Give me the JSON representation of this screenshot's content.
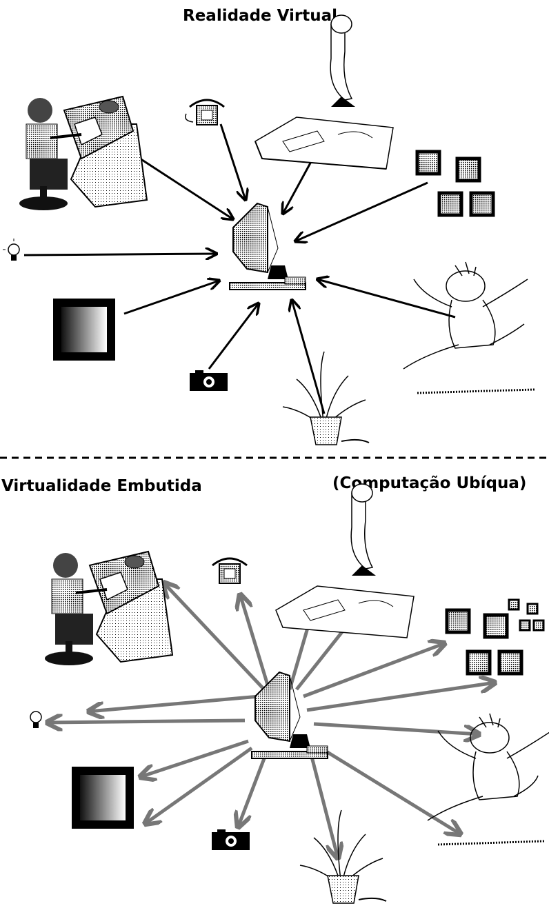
{
  "top_section": {
    "title": "Realidade Virtual",
    "nodes": [
      {
        "name": "drafting-table-person-icon",
        "direction": "to-computer"
      },
      {
        "name": "telephone-icon",
        "direction": "to-computer"
      },
      {
        "name": "desk-person-icon",
        "direction": "to-computer"
      },
      {
        "name": "squares-icon",
        "direction": "to-computer"
      },
      {
        "name": "lightbulb-icon",
        "direction": "to-computer"
      },
      {
        "name": "gradient-box-icon",
        "direction": "to-computer"
      },
      {
        "name": "camera-icon",
        "direction": "to-computer"
      },
      {
        "name": "plant-icon",
        "direction": "to-computer"
      },
      {
        "name": "dancing-person-icon",
        "direction": "to-computer"
      }
    ]
  },
  "bottom_section": {
    "title": "Virtualidade Embutida",
    "subtitle": "(Computação Ubíqua)",
    "nodes": [
      {
        "name": "drafting-table-person-icon",
        "direction": "from-computer"
      },
      {
        "name": "telephone-icon",
        "direction": "from-computer"
      },
      {
        "name": "desk-person-icon",
        "direction": "from-computer"
      },
      {
        "name": "squares-icon",
        "direction": "from-computer"
      },
      {
        "name": "lightbulb-icon",
        "direction": "from-computer"
      },
      {
        "name": "gradient-box-icon",
        "direction": "from-computer"
      },
      {
        "name": "camera-icon",
        "direction": "from-computer"
      },
      {
        "name": "plant-icon",
        "direction": "from-computer"
      },
      {
        "name": "dancing-person-icon",
        "direction": "from-computer"
      }
    ]
  },
  "colors": {
    "ink": "#000000",
    "arrow_top": "#000000",
    "arrow_bottom": "#777777",
    "gray_fill": "#888888",
    "light_fill": "#cccccc"
  }
}
